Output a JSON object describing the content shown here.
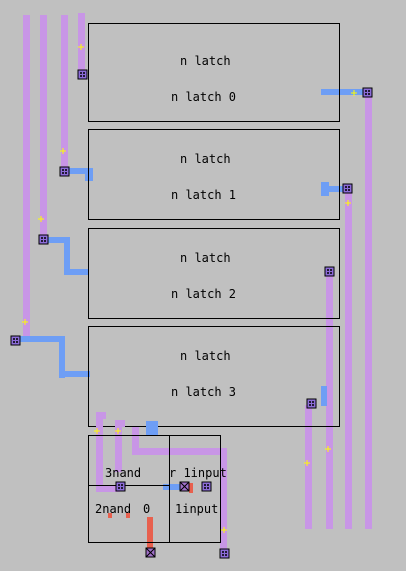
{
  "cells": [
    {
      "type": "n latch",
      "instance": "n latch 0"
    },
    {
      "type": "n latch",
      "instance": "n latch 1"
    },
    {
      "type": "n latch",
      "instance": "n latch 2"
    },
    {
      "type": "n latch",
      "instance": "n latch 3"
    }
  ],
  "gates": {
    "nand3": {
      "type": "3nand"
    },
    "nand2": {
      "type": "2nand",
      "instance": "0"
    },
    "inv": {
      "type_fragment": "r 1input",
      "instance": "1input"
    }
  },
  "colors": {
    "background": "#c0c0c0",
    "metal1": "#c896e6",
    "metal2": "#6e9ef5",
    "poly": "#e8604e",
    "via": "#8c6cd8",
    "cell_border": "#000000",
    "marker": "#ffff00"
  }
}
